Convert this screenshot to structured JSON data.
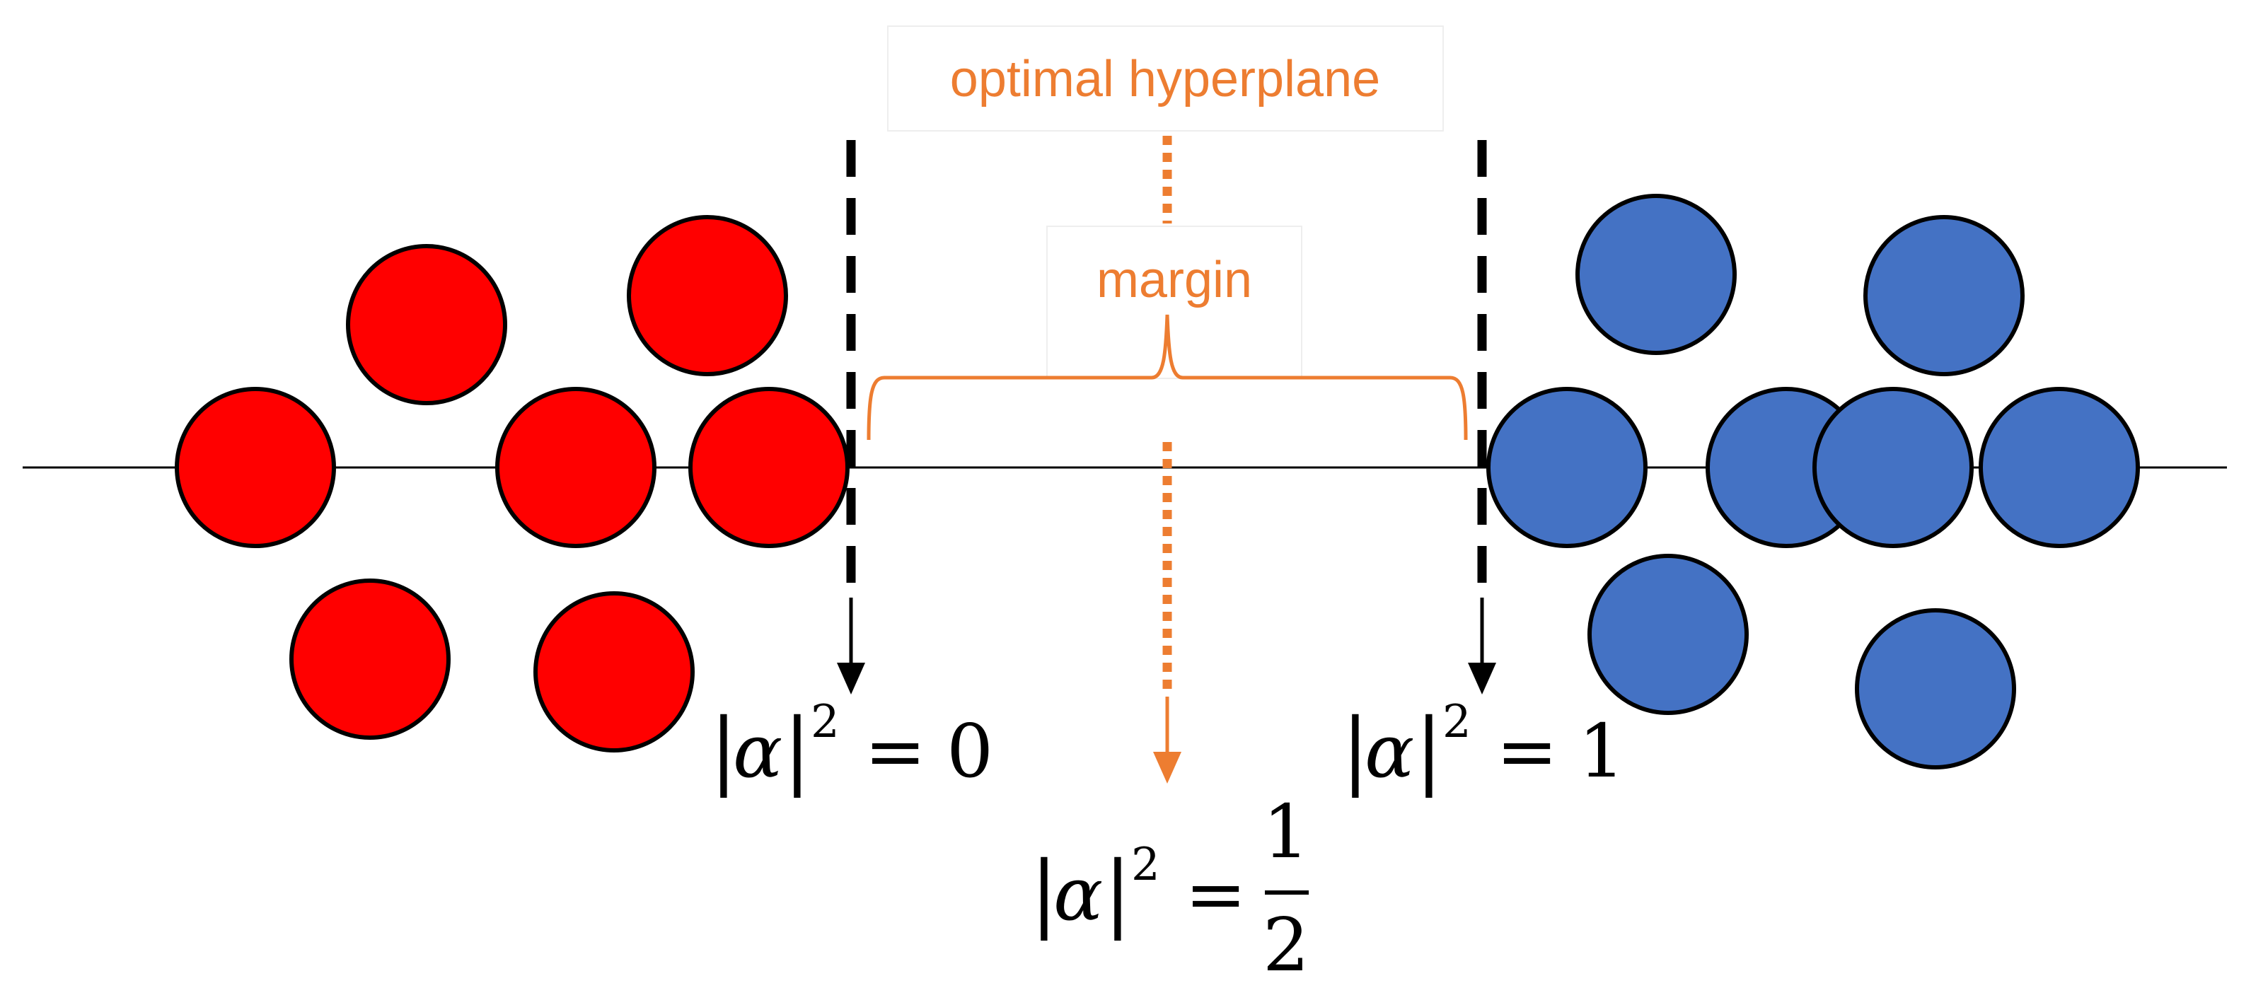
{
  "labels": {
    "hyperplane": "optimal hyperplane",
    "margin": "margin"
  },
  "equations": {
    "left": {
      "abs_bar": "|",
      "symbol": "α",
      "exponent": "2",
      "equals": "=",
      "value": "0"
    },
    "right": {
      "abs_bar": "|",
      "symbol": "α",
      "exponent": "2",
      "equals": "=",
      "value": "1"
    },
    "center": {
      "abs_bar": "|",
      "symbol": "α",
      "exponent": "2",
      "equals": "=",
      "numerator": "1",
      "denominator": "2"
    }
  },
  "colors": {
    "class_a": "#FF0000",
    "class_b": "#4472C4",
    "accent": "#ED7D31",
    "stroke": "#000000"
  }
}
